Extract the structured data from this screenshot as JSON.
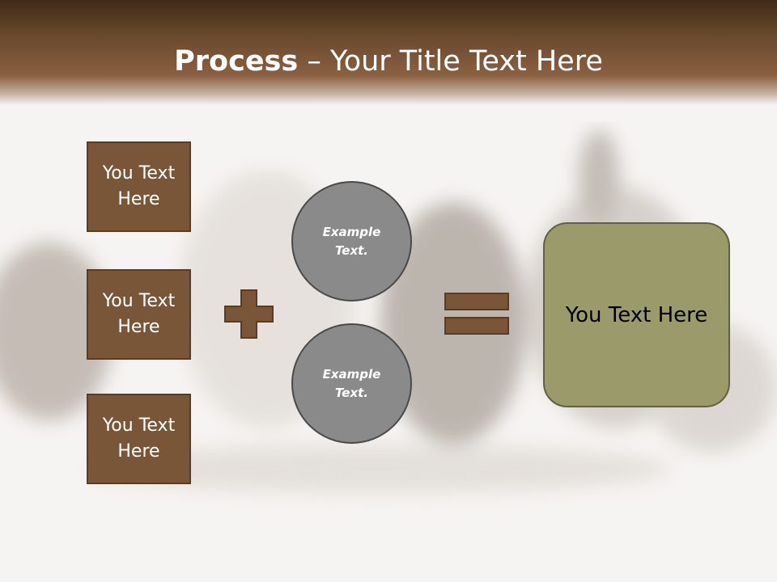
{
  "slide": {
    "title_bold": "Process",
    "title_rest": " – Your Title Text Here"
  },
  "left_boxes": [
    "You Text\nHere",
    "You Text\nHere",
    "You Text\nHere"
  ],
  "circles": [
    "Example\nText.",
    "Example\nText."
  ],
  "result_box": {
    "label": "You Text Here"
  },
  "symbols": {
    "plus": "plus-sign",
    "equals": "equals-sign"
  },
  "colors": {
    "header_dark": "#3f2a17",
    "box_brown": "#7a5639",
    "circle_gray": "#8a8a8a",
    "result_olive": "#9a9a6a"
  }
}
